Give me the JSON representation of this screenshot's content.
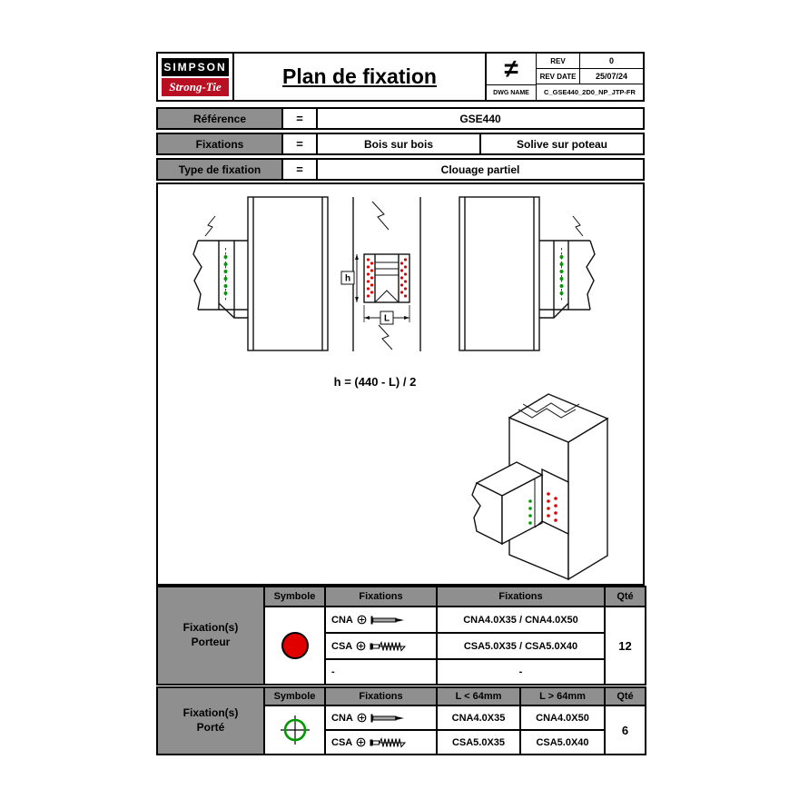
{
  "header": {
    "brand_line1": "SIMPSON",
    "brand_line2": "Strong-Tie",
    "title": "Plan de fixation",
    "symbol": "≠",
    "rev_label": "REV",
    "rev_value": "0",
    "rev_date_label": "REV DATE",
    "rev_date_value": "25/07/24",
    "dwg_name_label": "DWG NAME",
    "dwg_name_value": "C_GSE440_2D0_NP_JTP-FR"
  },
  "info_rows": [
    {
      "label": "Référence",
      "eq": "=",
      "value_full": "GSE440"
    },
    {
      "label": "Fixations",
      "eq": "=",
      "value_left": "Bois sur bois",
      "value_right": "Solive sur poteau"
    },
    {
      "label": "Type de fixation",
      "eq": "=",
      "value_full": "Clouage partiel"
    }
  ],
  "drawing": {
    "formula": "h = (440 - L) / 2",
    "dim_h_label": "h",
    "dim_l_label": "L"
  },
  "colors": {
    "brand_red": "#b90f23",
    "table_gray": "#8f8f8f",
    "fastener_red": "#e00000",
    "fastener_green": "#009900"
  },
  "porteur": {
    "title_line1": "Fixation(s)",
    "title_line2": "Porteur",
    "col_symbole": "Symbole",
    "col_fixations_left": "Fixations",
    "col_fixations_right": "Fixations",
    "col_qty": "Qté",
    "symbol_name": "red-circle",
    "rows": [
      {
        "type": "CNA",
        "value": "CNA4.0X35 / CNA4.0X50"
      },
      {
        "type": "CSA",
        "value": "CSA5.0X35 / CSA5.0X40"
      },
      {
        "type": "-",
        "value": "-"
      }
    ],
    "qty": "12"
  },
  "porte": {
    "title_line1": "Fixation(s)",
    "title_line2": "Porté",
    "col_symbole": "Symbole",
    "col_fixations": "Fixations",
    "col_l_less": "L < 64mm",
    "col_l_greater": "L > 64mm",
    "col_qty": "Qté",
    "symbol_name": "green-crosshair",
    "rows": [
      {
        "type": "CNA",
        "l_less": "CNA4.0X35",
        "l_greater": "CNA4.0X50"
      },
      {
        "type": "CSA",
        "l_less": "CSA5.0X35",
        "l_greater": "CSA5.0X40"
      }
    ],
    "qty": "6"
  }
}
